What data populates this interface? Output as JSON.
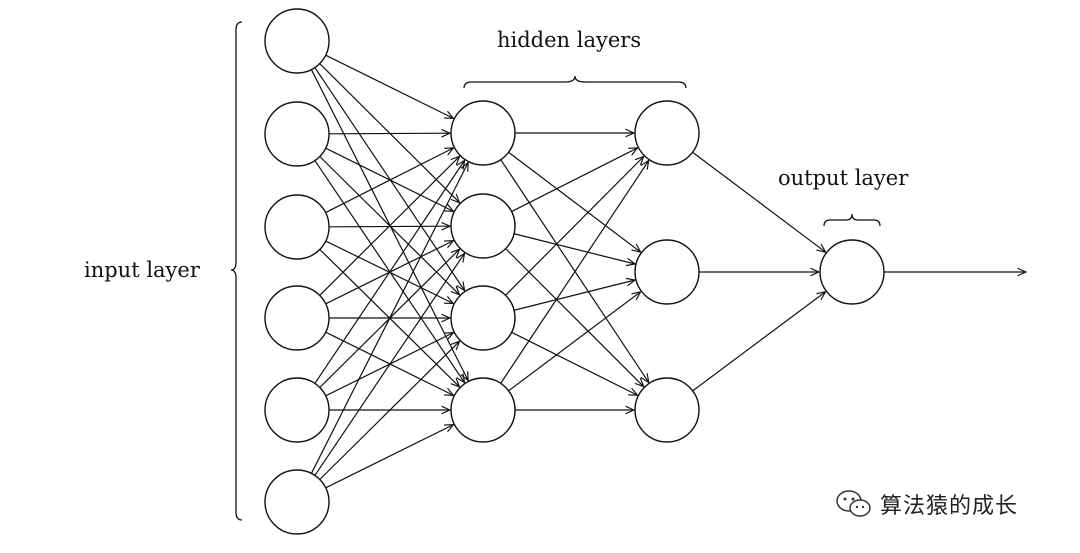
{
  "labels": {
    "input_layer": "input layer",
    "hidden_layers": "hidden layers",
    "output_layer": "output layer"
  },
  "watermark": {
    "text": "算法猿的成长",
    "icon": "wechat-icon"
  },
  "network": {
    "layers": [
      {
        "name": "input",
        "nodes": 6
      },
      {
        "name": "hidden-1",
        "nodes": 4
      },
      {
        "name": "hidden-2",
        "nodes": 3
      },
      {
        "name": "output",
        "nodes": 1
      }
    ],
    "fully_connected": true,
    "output_arrow": true
  },
  "colors": {
    "stroke": "#111111",
    "background": "#ffffff"
  }
}
